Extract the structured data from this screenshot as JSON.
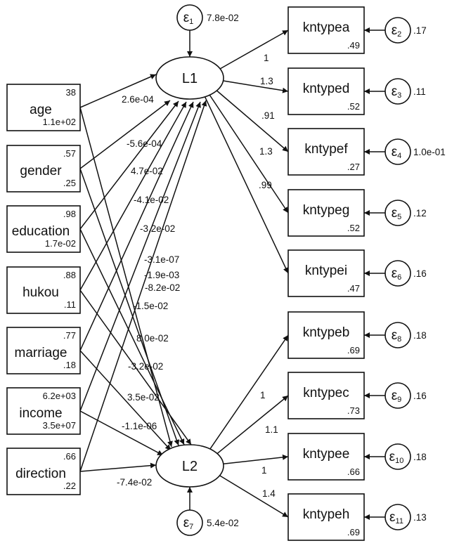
{
  "observed": [
    {
      "id": "age",
      "label": "age",
      "mean": "38",
      "var": "1.1e+02"
    },
    {
      "id": "gender",
      "label": "gender",
      "mean": ".57",
      "var": ".25"
    },
    {
      "id": "education",
      "label": "education",
      "mean": ".98",
      "var": "1.7e-02"
    },
    {
      "id": "hukou",
      "label": "hukou",
      "mean": ".88",
      "var": ".11"
    },
    {
      "id": "marriage",
      "label": "marriage",
      "mean": ".77",
      "var": ".18"
    },
    {
      "id": "income",
      "label": "income",
      "mean": "6.2e+03",
      "var": "3.5e+07"
    },
    {
      "id": "direction",
      "label": "direction",
      "mean": ".66",
      "var": ".22"
    }
  ],
  "latent": [
    {
      "id": "L1",
      "label": "L1",
      "error": {
        "sym": "ε",
        "sub": "1",
        "value": "7.8e-02"
      }
    },
    {
      "id": "L2",
      "label": "L2",
      "error": {
        "sym": "ε",
        "sub": "7",
        "value": "5.4e-02"
      }
    }
  ],
  "indicators": [
    {
      "id": "kntypea",
      "label": "kntypea",
      "intercept": ".49",
      "latent": "L1",
      "loading": "1",
      "error": {
        "sym": "ε",
        "sub": "2",
        "value": ".17"
      }
    },
    {
      "id": "kntyped",
      "label": "kntyped",
      "intercept": ".52",
      "latent": "L1",
      "loading": "1.3",
      "error": {
        "sym": "ε",
        "sub": "3",
        "value": ".11"
      }
    },
    {
      "id": "kntypef",
      "label": "kntypef",
      "intercept": ".27",
      "latent": "L1",
      "loading": ".91",
      "error": {
        "sym": "ε",
        "sub": "4",
        "value": "1.0e-01"
      }
    },
    {
      "id": "kntypeg",
      "label": "kntypeg",
      "intercept": ".52",
      "latent": "L1",
      "loading": "1.3",
      "error": {
        "sym": "ε",
        "sub": "5",
        "value": ".12"
      }
    },
    {
      "id": "kntypei",
      "label": "kntypei",
      "intercept": ".47",
      "latent": "L1",
      "loading": ".99",
      "error": {
        "sym": "ε",
        "sub": "6",
        "value": ".16"
      }
    },
    {
      "id": "kntypeb",
      "label": "kntypeb",
      "intercept": ".69",
      "latent": "L2",
      "loading": "1",
      "error": {
        "sym": "ε",
        "sub": "8",
        "value": ".18"
      }
    },
    {
      "id": "kntypec",
      "label": "kntypec",
      "intercept": ".73",
      "latent": "L2",
      "loading": "1.1",
      "error": {
        "sym": "ε",
        "sub": "9",
        "value": ".16"
      }
    },
    {
      "id": "kntypee",
      "label": "kntypee",
      "intercept": ".66",
      "latent": "L2",
      "loading": "1",
      "error": {
        "sym": "ε",
        "sub": "10",
        "value": ".18"
      }
    },
    {
      "id": "kntypeh",
      "label": "kntypeh",
      "intercept": ".69",
      "latent": "L2",
      "loading": "1.4",
      "error": {
        "sym": "ε",
        "sub": "11",
        "value": ".13"
      }
    }
  ],
  "structural_paths": [
    {
      "from": "age",
      "to": "L1",
      "coef": "2.6e-04"
    },
    {
      "from": "gender",
      "to": "L1",
      "coef": "-5.6e-04"
    },
    {
      "from": "education",
      "to": "L1",
      "coef": "4.7e-02"
    },
    {
      "from": "hukou",
      "to": "L1",
      "coef": "-4.1e-02"
    },
    {
      "from": "marriage",
      "to": "L1",
      "coef": "-3.2e-02"
    },
    {
      "from": "income",
      "to": "L1",
      "coef": "-3.1e-07"
    },
    {
      "from": "direction",
      "to": "L1",
      "coef": "-1.9e-03"
    },
    {
      "from": "age",
      "to": "L2",
      "coef": "-8.2e-02"
    },
    {
      "from": "gender",
      "to": "L2",
      "coef": "-1.5e-02"
    },
    {
      "from": "education",
      "to": "L2",
      "coef": "8.0e-02"
    },
    {
      "from": "hukou",
      "to": "L2",
      "coef": "-3.2e-02"
    },
    {
      "from": "marriage",
      "to": "L2",
      "coef": "3.5e-02"
    },
    {
      "from": "income",
      "to": "L2",
      "coef": "-1.1e-06"
    },
    {
      "from": "direction",
      "to": "L2",
      "coef": "-7.4e-02"
    }
  ]
}
